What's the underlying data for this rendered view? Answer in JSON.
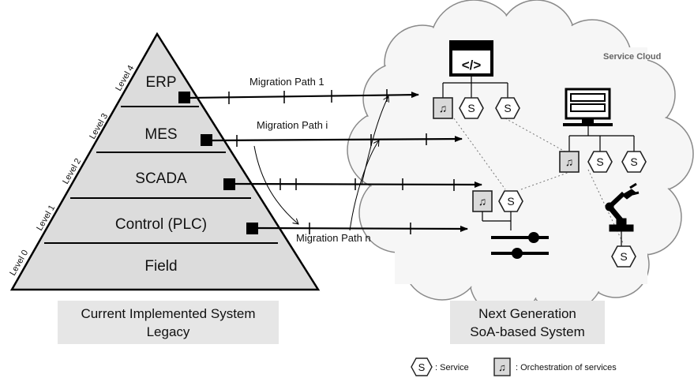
{
  "pyramid": {
    "levels": [
      {
        "tag": "Level 4",
        "label": "ERP"
      },
      {
        "tag": "Level 3",
        "label": "MES"
      },
      {
        "tag": "Level 2",
        "label": "SCADA"
      },
      {
        "tag": "Level 1",
        "label": "Control (PLC)"
      },
      {
        "tag": "Level 0",
        "label": "Field"
      }
    ]
  },
  "migration_paths": [
    "Migration Path 1",
    "Migration Path i",
    "Migration Path n"
  ],
  "cloud": {
    "label": "Service Cloud"
  },
  "captions": {
    "left": [
      "Current Implemented System",
      "Legacy"
    ],
    "right": [
      "Next Generation",
      "SoA-based System"
    ]
  },
  "legend": {
    "service_symbol": "S",
    "service_label": ": Service",
    "orchestration_symbol": "♫",
    "orchestration_label": ": Orchestration of services"
  },
  "icons": {
    "code_window": "code-window-icon",
    "computer": "computer-icon",
    "robot_arm": "robot-arm-icon",
    "sliders": "slider-control-icon",
    "service": "hexagon-service-icon",
    "orchestration": "music-note-icon"
  }
}
